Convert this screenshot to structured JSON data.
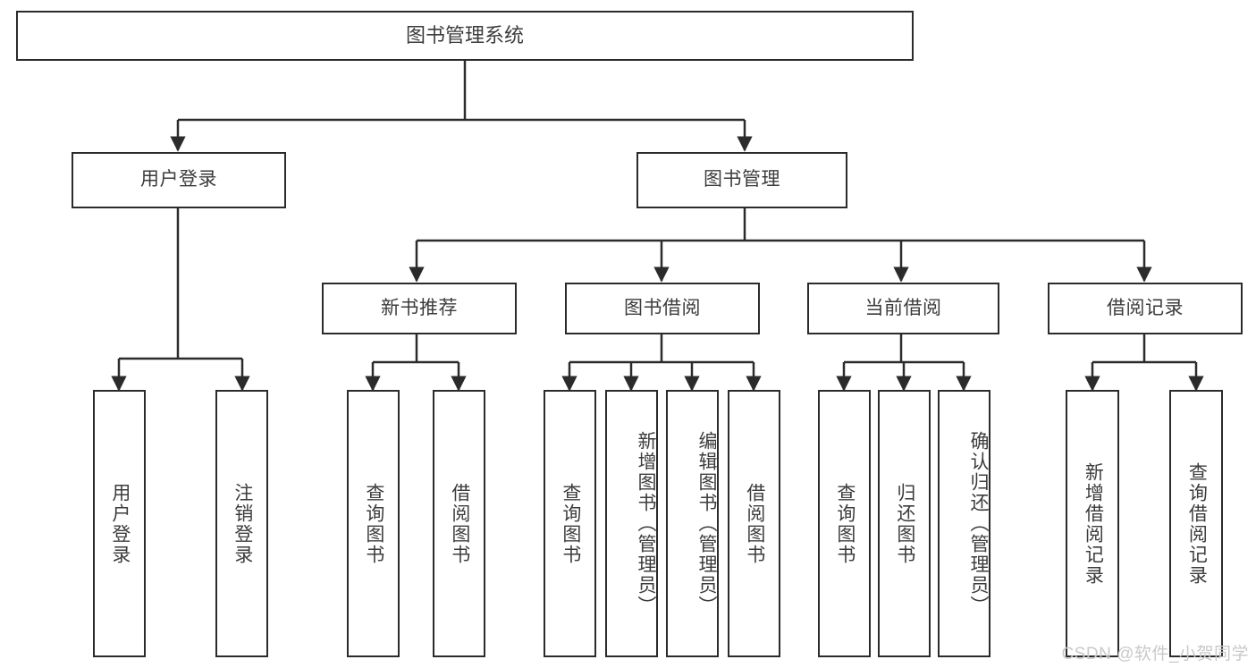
{
  "diagram": {
    "title": "图书管理系统",
    "type": "tree-hierarchy",
    "watermark": "CSDN @软件_小贺同学",
    "colors": {
      "box_border": "#2b2b2b",
      "box_fill": "#ffffff",
      "text": "#3c3c3c",
      "connector": "#2b2b2b",
      "watermark": "#c9c9c9",
      "background": "#ffffff"
    },
    "levels": {
      "root": {
        "label": "图书管理系统"
      },
      "level2": [
        {
          "id": "user-login",
          "label": "用户登录"
        },
        {
          "id": "book-manage",
          "label": "图书管理"
        }
      ],
      "level3": [
        {
          "id": "new-book-recommend",
          "label": "新书推荐",
          "parent": "book-manage"
        },
        {
          "id": "book-borrow",
          "label": "图书借阅",
          "parent": "book-manage"
        },
        {
          "id": "current-borrow",
          "label": "当前借阅",
          "parent": "book-manage"
        },
        {
          "id": "borrow-record",
          "label": "借阅记录",
          "parent": "book-manage"
        }
      ],
      "leaves": [
        {
          "id": "leaf-user-login",
          "label": "用户登录",
          "parent": "user-login"
        },
        {
          "id": "leaf-logout",
          "label": "注销登录",
          "parent": "user-login"
        },
        {
          "id": "leaf-query-book-1",
          "label": "查询图书",
          "parent": "new-book-recommend"
        },
        {
          "id": "leaf-borrow-book-1",
          "label": "借阅图书",
          "parent": "new-book-recommend"
        },
        {
          "id": "leaf-query-book-2",
          "label": "查询图书",
          "parent": "book-borrow"
        },
        {
          "id": "leaf-add-book",
          "label": "新增图书（管理员）",
          "parent": "book-borrow"
        },
        {
          "id": "leaf-edit-book",
          "label": "编辑图书（管理员）",
          "parent": "book-borrow"
        },
        {
          "id": "leaf-borrow-book-2",
          "label": "借阅图书",
          "parent": "book-borrow"
        },
        {
          "id": "leaf-query-book-3",
          "label": "查询图书",
          "parent": "current-borrow"
        },
        {
          "id": "leaf-return-book",
          "label": "归还图书",
          "parent": "current-borrow"
        },
        {
          "id": "leaf-confirm-return",
          "label": "确认归还（管理员）",
          "parent": "current-borrow"
        },
        {
          "id": "leaf-add-record",
          "label": "新增借阅记录",
          "parent": "borrow-record"
        },
        {
          "id": "leaf-query-record",
          "label": "查询借阅记录",
          "parent": "borrow-record"
        }
      ]
    }
  }
}
